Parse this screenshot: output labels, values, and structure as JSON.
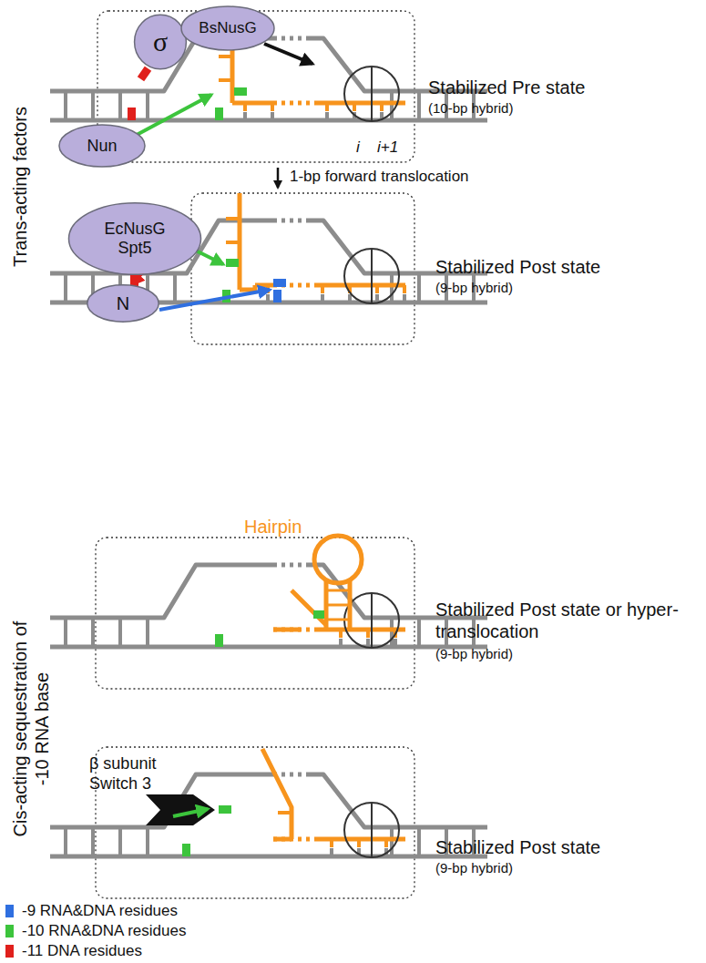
{
  "diagram": {
    "nodes": [
      {
        "text": [
          "σ"
        ]
      },
      {
        "text": [
          "BsNusG"
        ]
      },
      {
        "text": [
          "Nun"
        ]
      },
      {
        "text": [
          "EcNusG Spt5"
        ]
      },
      {
        "text": [
          "N"
        ]
      }
    ],
    "labels": [
      "Trans-acting factors",
      "i",
      "i+1",
      "Stabilized Pre state",
      "(10-bp hybrid)",
      "1-bp forward translocation",
      "Stabilized Post state",
      "(9-bp hybrid)",
      "Hairpin",
      "Cis-acting sequestration of -10 RNA base",
      "Stabilized Post state or hyper-translocation",
      "(9-bp hybrid)",
      "β subunit Switch 3",
      "Stabilized Post state",
      "(9-bp hybrid)"
    ],
    "legend": [
      {
        "text": "-9 RNA&DNA residues",
        "color": "#2f6fe0"
      },
      {
        "text": "-10 RNA&DNA residues",
        "color": "#3cc43c"
      },
      {
        "text": "-11 DNA residues",
        "color": "#e0201c"
      }
    ]
  }
}
